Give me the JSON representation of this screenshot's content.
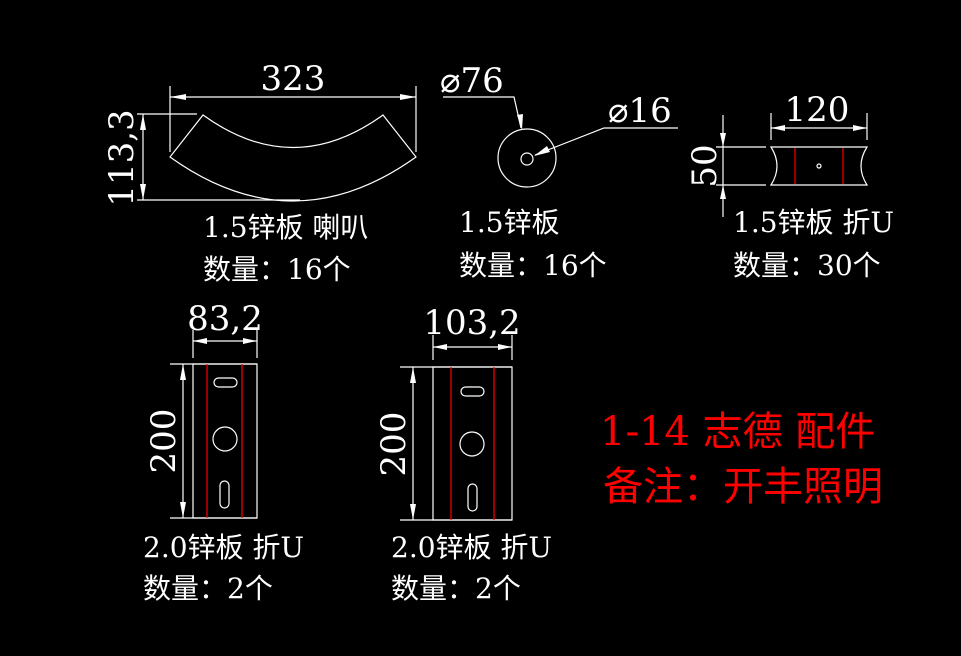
{
  "colors": {
    "background": "#000000",
    "lines": "#ffffff",
    "fold_lines": "#ff0000",
    "note": "#ff0000"
  },
  "parts": [
    {
      "dims": [
        "323",
        "113,3"
      ],
      "material": "1.5锌板 喇叭",
      "quantity": "数量：16个"
    },
    {
      "dims": [
        "⌀76",
        "⌀16"
      ],
      "material": "1.5锌板",
      "quantity": "数量：16个"
    },
    {
      "dims": [
        "120",
        "50"
      ],
      "material": "1.5锌板 折U",
      "quantity": "数量：30个"
    },
    {
      "dims": [
        "83,2",
        "200"
      ],
      "material": "2.0锌板 折U",
      "quantity": "数量：2个"
    },
    {
      "dims": [
        "103,2",
        "200"
      ],
      "material": "2.0锌板 折U",
      "quantity": "数量：2个"
    }
  ],
  "note": {
    "line1": "1-14 志德 配件",
    "line2": "备注：开丰照明"
  }
}
